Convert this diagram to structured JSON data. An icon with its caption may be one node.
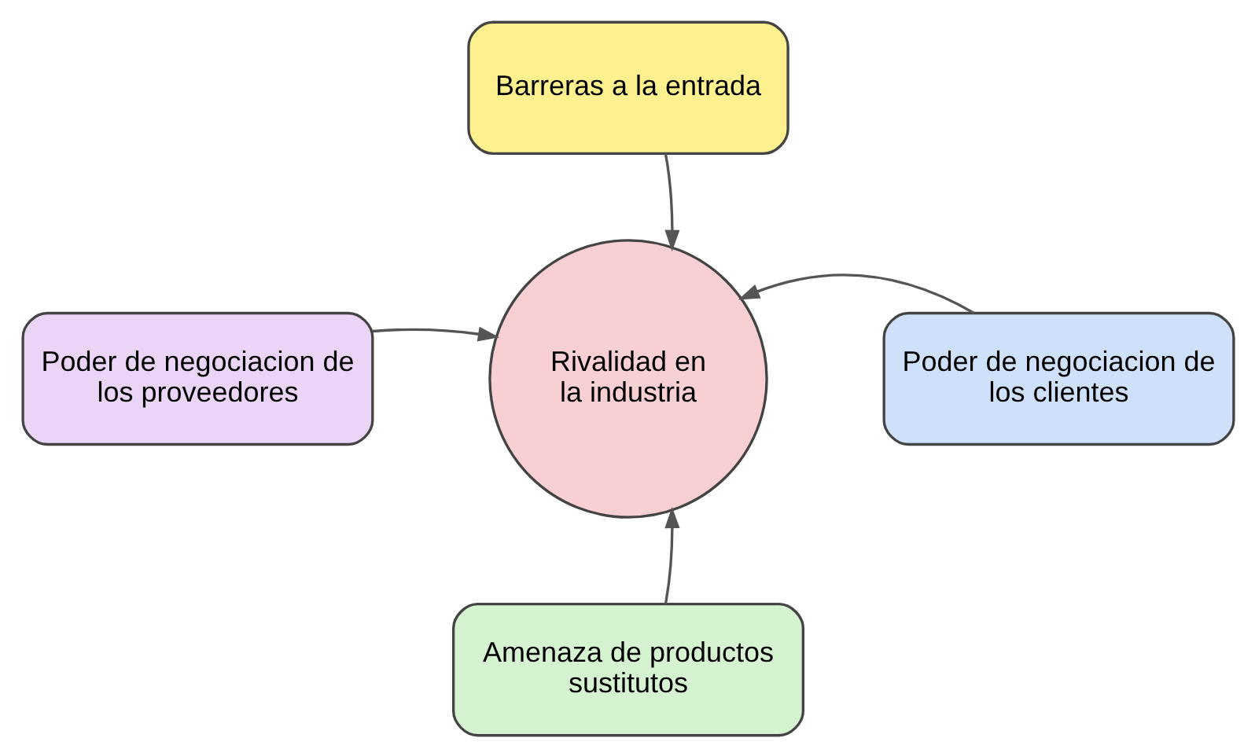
{
  "diagram": {
    "nodes": [
      {
        "text": [
          "Barreras a la entrada"
        ]
      },
      {
        "text": [
          "Poder de negociacion de los proveedores"
        ]
      },
      {
        "text": [
          "Rivalidad en la industria"
        ]
      },
      {
        "text": [
          "Poder de negociacion de los clientes"
        ]
      },
      {
        "text": [
          "Amenaza de productos sustitutos"
        ]
      }
    ],
    "edges": [
      {
        "from": 0,
        "to": 2,
        "arrow": "to"
      },
      {
        "from": 1,
        "to": 2,
        "arrow": "to"
      },
      {
        "from": 3,
        "to": 2,
        "arrow": "to"
      },
      {
        "from": 4,
        "to": 2,
        "arrow": "to"
      }
    ]
  }
}
